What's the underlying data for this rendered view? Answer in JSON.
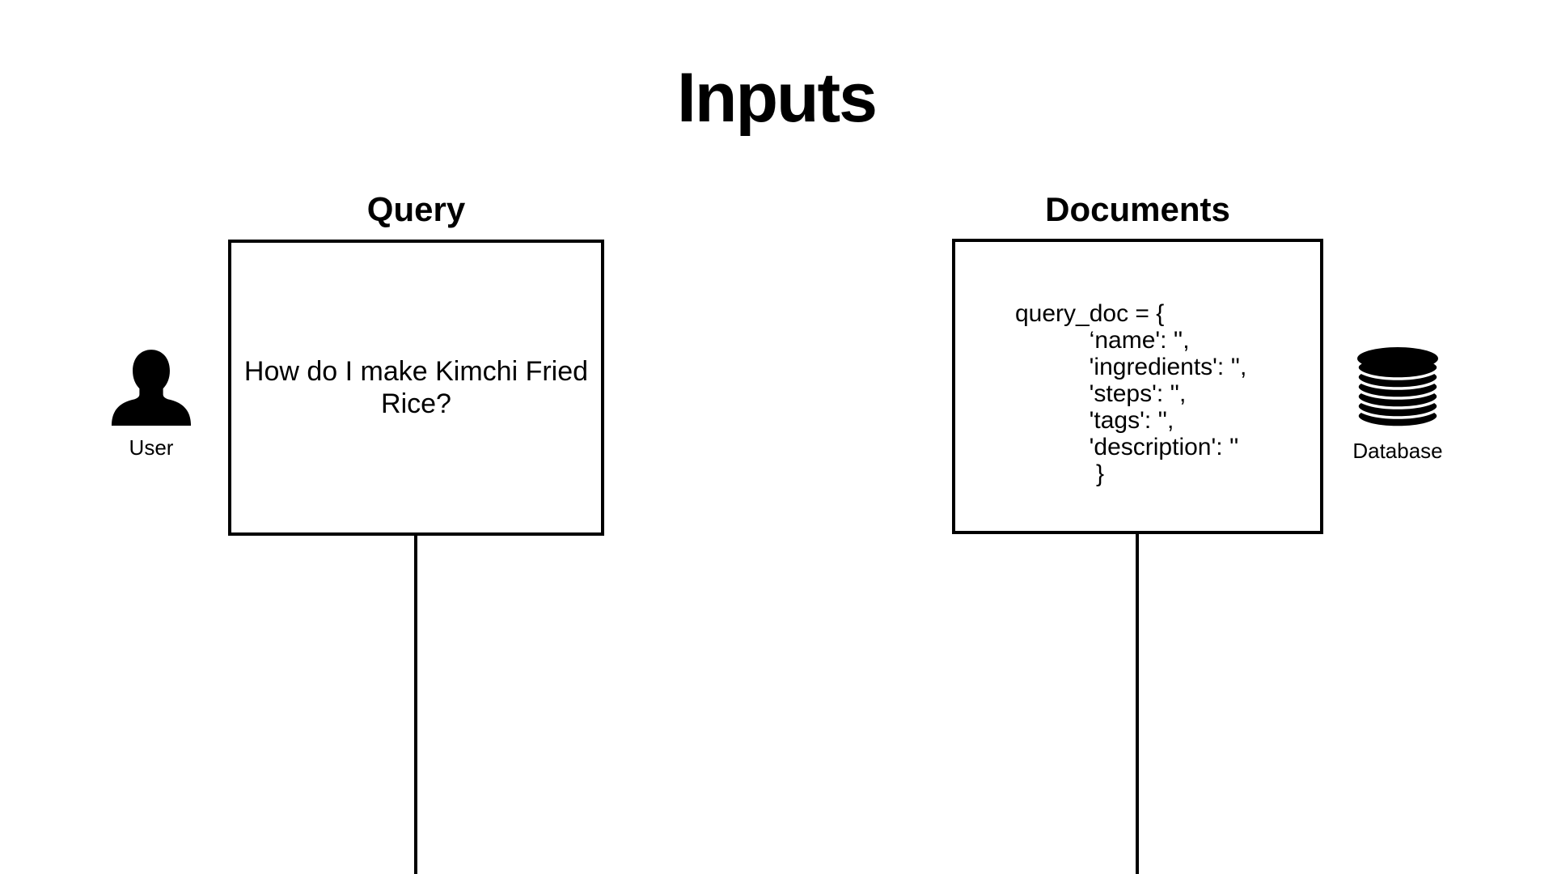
{
  "title": "Inputs",
  "query": {
    "heading": "Query",
    "box_text": "How do I make Kimchi Fried Rice?",
    "actor_label": "User",
    "actor_icon": "user-icon"
  },
  "documents": {
    "heading": "Documents",
    "code_lines": [
      "query_doc = {",
      "           ‘name': '',",
      "           'ingredients': '',",
      "           'steps': '',",
      "           'tags': '',",
      "           'description': ''",
      "            }"
    ],
    "actor_label": "Database",
    "actor_icon": "database-icon"
  },
  "colors": {
    "ink": "#000000",
    "background": "#ffffff"
  }
}
